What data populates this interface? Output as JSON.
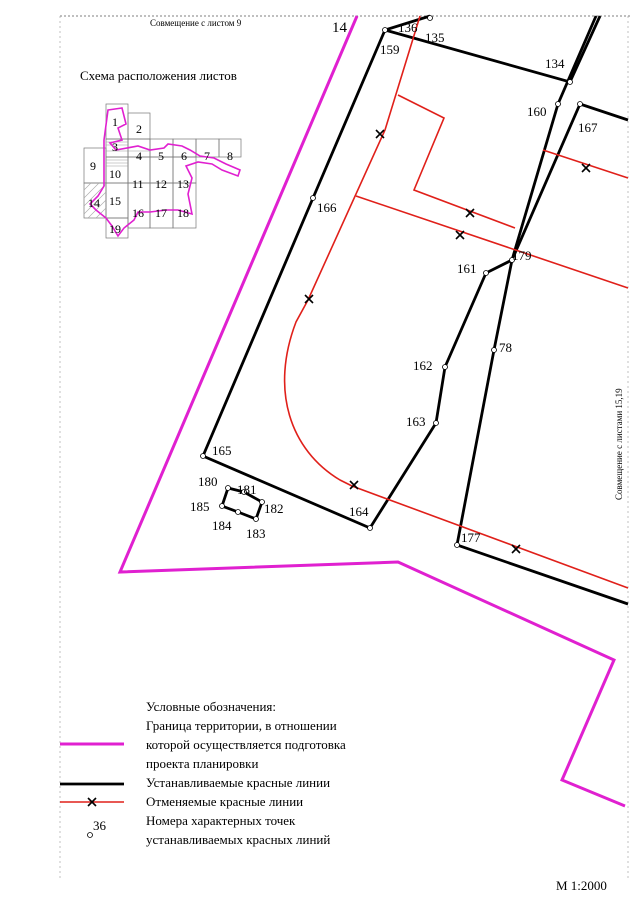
{
  "header": {
    "combine_top": "Совмещение с листом 9",
    "combine_right": "Совмещение с листами 15,19"
  },
  "top_label_14": "14",
  "scheme": {
    "title": "Схема расположения листов",
    "cells": [
      {
        "label": "1"
      },
      {
        "label": "2"
      },
      {
        "label": "3"
      },
      {
        "label": "4"
      },
      {
        "label": "5"
      },
      {
        "label": "6"
      },
      {
        "label": "7"
      },
      {
        "label": "8"
      },
      {
        "label": "9"
      },
      {
        "label": "10"
      },
      {
        "label": "11"
      },
      {
        "label": "12"
      },
      {
        "label": "13"
      },
      {
        "label": "14"
      },
      {
        "label": "15"
      },
      {
        "label": "16"
      },
      {
        "label": "17"
      },
      {
        "label": "18"
      },
      {
        "label": "19"
      }
    ]
  },
  "points": {
    "p136": "136",
    "p135": "135",
    "p134": "134",
    "p159": "159",
    "p160": "160",
    "p167": "167",
    "p166": "166",
    "p179": "179",
    "p161": "161",
    "p178": "78",
    "p162": "162",
    "p163": "163",
    "p165": "165",
    "p180": "180",
    "p181": "181",
    "p185": "185",
    "p182": "182",
    "p184": "184",
    "p183": "183",
    "p164": "164",
    "p177": "177"
  },
  "legend": {
    "title": "Условные обозначения:",
    "boundary_l1": "Граница территории, в отношении",
    "boundary_l2": "которой осуществляется подготовка",
    "boundary_l3": "проекта планировки",
    "established": "Устанавливаемые красные линии",
    "cancelled": "Отменяемые красные линии",
    "numbers_l1": "Номера характерных точек",
    "numbers_l2": "устанавливаемых красных линий",
    "sample_number": "36"
  },
  "scale": "М 1:2000",
  "colors": {
    "boundary": "#e020d0",
    "red_line": "#e0201a",
    "black_line": "#000000"
  }
}
